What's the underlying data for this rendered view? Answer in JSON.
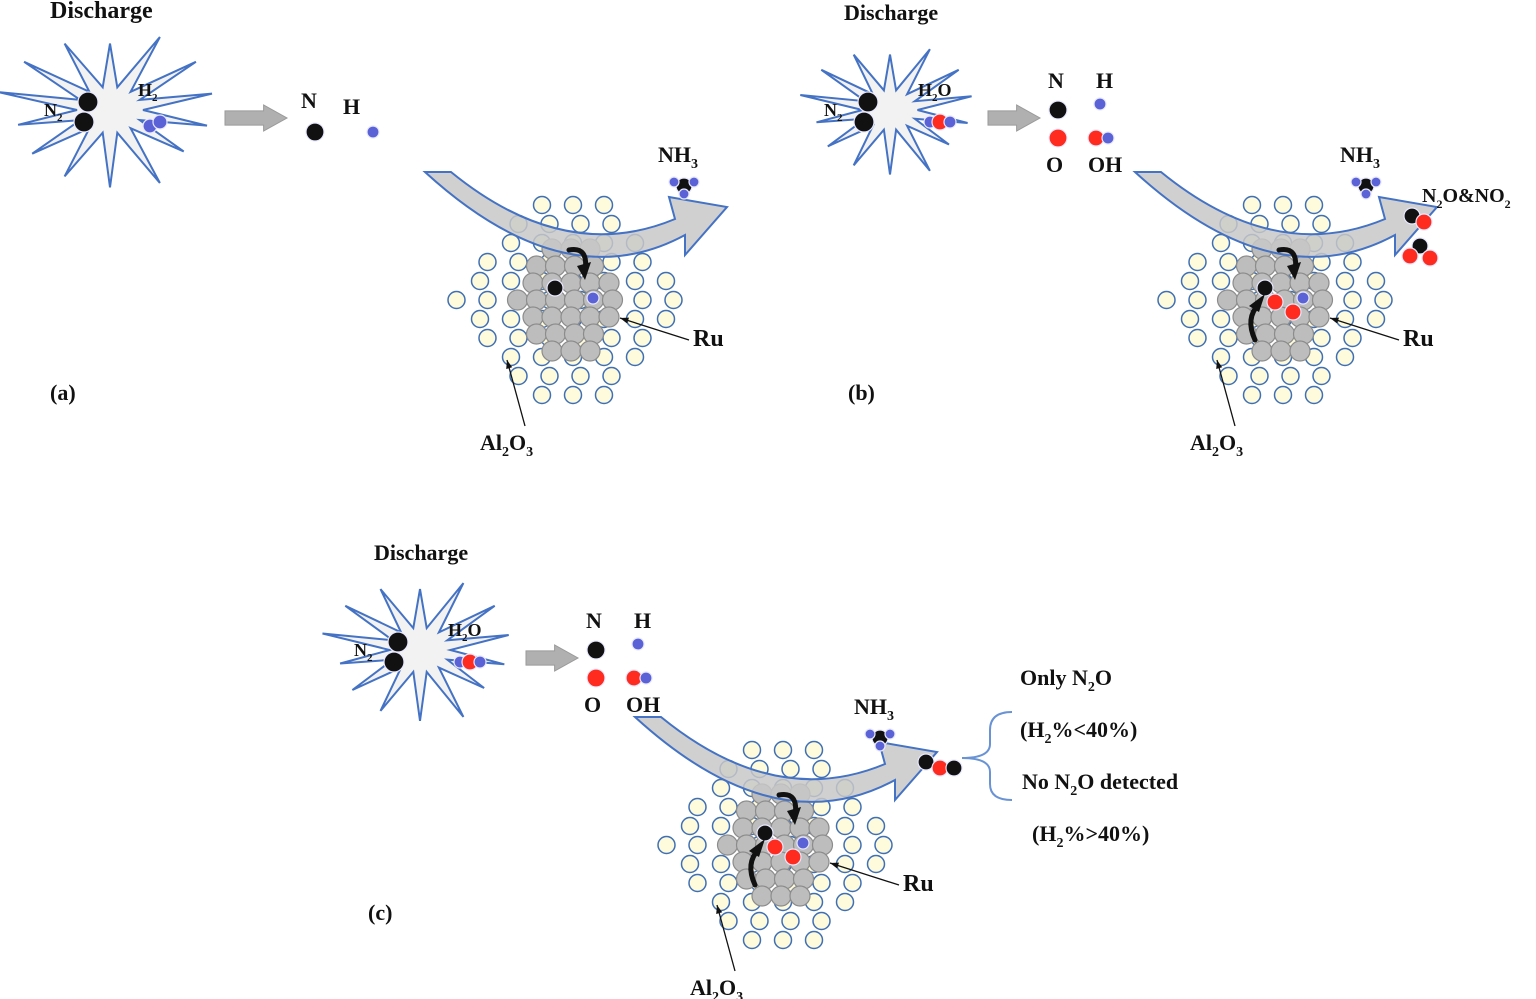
{
  "colors": {
    "burst_stroke": "#4472c4",
    "burst_fill": "#f2f2f2",
    "arrow_gray": "#b0b0b0",
    "curve_fill": "#c8c8c8",
    "curve_stroke": "#4472c4",
    "al2o3_fill": "#fdfbdc",
    "al2o3_stroke": "#3f6fb5",
    "ru_fill": "#bdbdbd",
    "ru_stroke": "#8c8c8c",
    "n_atom": "#111111",
    "h_atom": "#5b62d6",
    "o_atom": "#ff2b1e",
    "bracket": "#6a93d4"
  },
  "panels": [
    {
      "id": "a",
      "label": "(a)",
      "discharge": "Discharge",
      "n2": "N",
      "n2_sub": "2",
      "reactant": {
        "main": "H",
        "sub": "2",
        "tail": ""
      },
      "frag_n": "N",
      "frag_h": "H",
      "frag_o": "",
      "frag_oh": "",
      "nh3": {
        "main": "NH",
        "sub": "3"
      },
      "extra_product": "",
      "ru": "Ru",
      "al2o3": {
        "a": "Al",
        "b": "2",
        "c": "O",
        "d": "3"
      }
    },
    {
      "id": "b",
      "label": "(b)",
      "discharge": "Discharge",
      "n2": "N",
      "n2_sub": "2",
      "reactant": {
        "main": "H",
        "sub": "2",
        "tail": "O"
      },
      "frag_n": "N",
      "frag_h": "H",
      "frag_o": "O",
      "frag_oh": "OH",
      "nh3": {
        "main": "NH",
        "sub": "3"
      },
      "extra_product": {
        "a": "N",
        "b": "2",
        "c": "O&NO",
        "d": "2"
      },
      "ru": "Ru",
      "al2o3": {
        "a": "Al",
        "b": "2",
        "c": "O",
        "d": "3"
      }
    },
    {
      "id": "c",
      "label": "(c)",
      "discharge": "Discharge",
      "n2": "N",
      "n2_sub": "2",
      "reactant": {
        "main": "H",
        "sub": "2",
        "tail": "O"
      },
      "frag_n": "N",
      "frag_h": "H",
      "frag_o": "O",
      "frag_oh": "OH",
      "nh3": {
        "main": "NH",
        "sub": "3"
      },
      "extra_product": "",
      "ru": "Ru",
      "al2o3": {
        "a": "Al",
        "b": "2",
        "c": "O",
        "d": "3"
      },
      "conditions": {
        "only_a": "Only N",
        "only_b": "2",
        "only_c": "O",
        "low_a": "(H",
        "low_b": "2",
        "low_c": "%<40%)",
        "none_a": "No N",
        "none_b": "2",
        "none_c": "O detected",
        "high_a": "(H",
        "high_b": "2",
        "high_c": "%>40%)"
      }
    }
  ]
}
